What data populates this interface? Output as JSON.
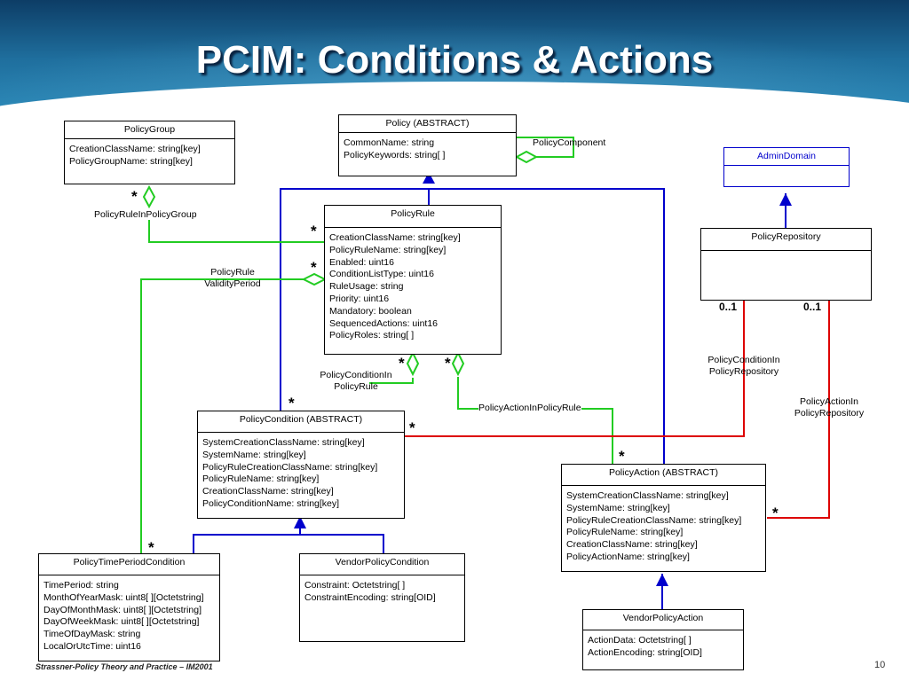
{
  "slide": {
    "title": "PCIM: Conditions & Actions",
    "footer": "Strassner-Policy Theory and Practice – IM2001",
    "page_number": "10"
  },
  "classes": {
    "policy_group": {
      "name": "PolicyGroup",
      "attributes": [
        "CreationClassName:  string[key]",
        "PolicyGroupName:  string[key]"
      ]
    },
    "policy": {
      "name": "Policy (ABSTRACT)",
      "attributes": [
        "CommonName:  string",
        "PolicyKeywords:  string[ ]"
      ]
    },
    "admin_domain": {
      "name": "AdminDomain",
      "attributes": []
    },
    "policy_rule": {
      "name": "PolicyRule",
      "attributes": [
        "CreationClassName:  string[key]",
        "PolicyRuleName:  string[key]",
        "Enabled:  uint16",
        "ConditionListType:  uint16",
        "RuleUsage:  string",
        "Priority:  uint16",
        "Mandatory:  boolean",
        "SequencedActions:  uint16",
        "PolicyRoles: string[ ]"
      ]
    },
    "policy_repository": {
      "name": "PolicyRepository",
      "attributes": []
    },
    "policy_condition": {
      "name": "PolicyCondition (ABSTRACT)",
      "attributes": [
        "SystemCreationClassName:  string[key]",
        "SystemName:  string[key]",
        "PolicyRuleCreationClassName:  string[key]",
        "PolicyRuleName:  string[key]",
        "CreationClassName:  string[key]",
        "PolicyConditionName:  string[key]"
      ]
    },
    "policy_action": {
      "name": "PolicyAction (ABSTRACT)",
      "attributes": [
        "SystemCreationClassName:  string[key]",
        "SystemName:  string[key]",
        "PolicyRuleCreationClassName: string[key]",
        "PolicyRuleName:  string[key]",
        "CreationClassName:  string[key]",
        "PolicyActionName:  string[key]"
      ]
    },
    "policy_time_period_condition": {
      "name": "PolicyTimePeriodCondition",
      "attributes": [
        "TimePeriod:  string",
        "MonthOfYearMask:  uint8[ ][Octetstring]",
        "DayOfMonthMask:  uint8[ ][Octetstring]",
        "DayOfWeekMask:  uint8[ ][Octetstring]",
        "TimeOfDayMask:  string",
        "LocalOrUtcTime:  uint16"
      ]
    },
    "vendor_policy_condition": {
      "name": "VendorPolicyCondition",
      "attributes": [
        "Constraint: Octetstring[ ]",
        "ConstraintEncoding:  string[OID]"
      ]
    },
    "vendor_policy_action": {
      "name": "VendorPolicyAction",
      "attributes": [
        "ActionData:  Octetstring[ ]",
        "ActionEncoding:  string[OID]"
      ]
    }
  },
  "associations": {
    "policy_component": "PolicyComponent",
    "policy_rule_in_policy_group": "PolicyRuleInPolicyGroup",
    "policy_rule_validity_period": [
      "PolicyRule",
      "ValidityPeriod"
    ],
    "policy_condition_in_policy_rule": [
      "PolicyConditionIn",
      "PolicyRule"
    ],
    "policy_action_in_policy_rule": "PolicyActionInPolicyRule",
    "policy_condition_in_policy_repository": [
      "PolicyConditionIn",
      "PolicyRepository"
    ],
    "policy_action_in_policy_repository": [
      "PolicyActionIn",
      "PolicyRepository"
    ]
  },
  "multiplicities": {
    "many": "*",
    "zero_or_one": "0..1"
  },
  "colors": {
    "inheritance": "#0000cc",
    "aggregation": "#22cc22",
    "repository_association": "#dd0000",
    "header": "#1f6f9e"
  }
}
